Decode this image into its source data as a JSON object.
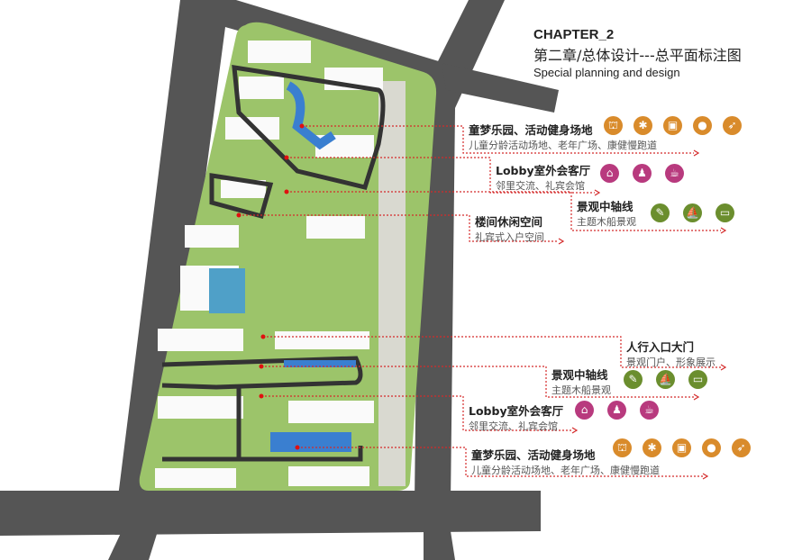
{
  "header": {
    "chapter": "CHAPTER_2",
    "title": "第二章/总体设计---总平面标注图",
    "subtitle": "Special planning and design"
  },
  "colors": {
    "orange": "#d98b2b",
    "magenta": "#b83a7e",
    "green": "#6b8e2e",
    "leader": "#d42a2a",
    "road": "#4a4a4a",
    "site": "#9cc46a"
  },
  "annotations": [
    {
      "title": "童梦乐园、活动健身场地",
      "desc": "儿童分龄活动场地、老年广场、康健慢跑道",
      "icons": [
        "playground-icon",
        "kids-icon",
        "fitness-icon",
        "table-tennis-icon",
        "running-icon"
      ],
      "color": "orange"
    },
    {
      "title": "Lobby室外会客厅",
      "desc": "邻里交流、礼宾会馆",
      "icons": [
        "pavilion-icon",
        "meeting-icon",
        "tea-cup-icon"
      ],
      "color": "magenta"
    },
    {
      "title": "景观中轴线",
      "desc": "主题木船景观",
      "icons": [
        "sculpture-icon",
        "boat-icon",
        "bench-icon"
      ],
      "color": "green"
    },
    {
      "title": "楼间休闲空间",
      "desc": "礼宾式入户空间",
      "icons": [],
      "color": ""
    },
    {
      "title": "人行入口大门",
      "desc": "景观门户、形象展示",
      "icons": [],
      "color": ""
    },
    {
      "title": "景观中轴线",
      "desc": "主题木船景观",
      "icons": [
        "sculpture-icon",
        "boat-icon",
        "bench-icon"
      ],
      "color": "green"
    },
    {
      "title": "Lobby室外会客厅",
      "desc": "邻里交流、礼宾会馆",
      "icons": [
        "pavilion-icon",
        "meeting-icon",
        "tea-cup-icon"
      ],
      "color": "magenta"
    },
    {
      "title": "童梦乐园、活动健身场地",
      "desc": "儿童分龄活动场地、老年广场、康健慢跑道",
      "icons": [
        "playground-icon",
        "kids-icon",
        "fitness-icon",
        "table-tennis-icon",
        "running-icon"
      ],
      "color": "orange"
    }
  ]
}
